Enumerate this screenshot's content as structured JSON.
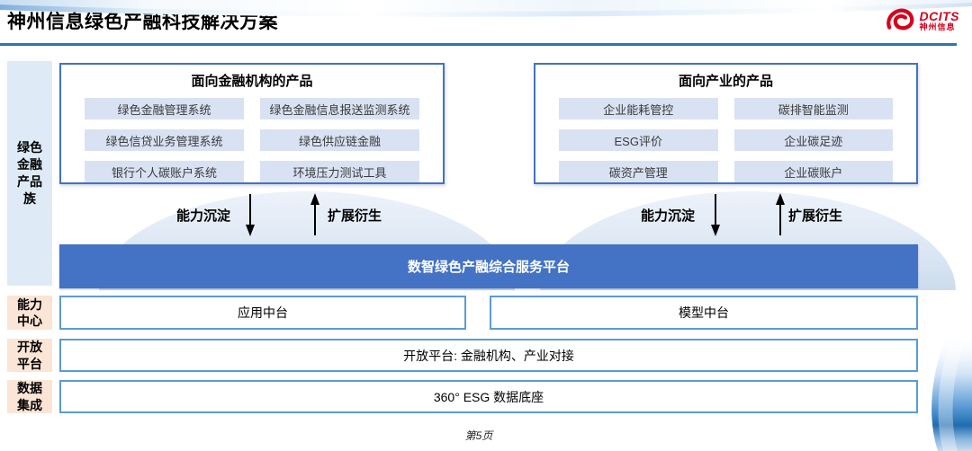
{
  "header": {
    "title": "神州信息绿色产融科技解决方案",
    "logo": {
      "brand": "DCITS",
      "brand_cn": "神州信息"
    }
  },
  "sidebar": {
    "family": "绿色\n金融\n产品\n族"
  },
  "products_finance": {
    "title": "面向金融机构的产品",
    "items": [
      "绿色金融管理系统",
      "绿色金融信息报送监测系统",
      "绿色信贷业务管理系统",
      "绿色供应链金融",
      "银行个人碳账户系统",
      "环境压力测试工具"
    ]
  },
  "products_industry": {
    "title": "面向产业的产品",
    "items": [
      "企业能耗管控",
      "碳排智能监测",
      "ESG评价",
      "企业碳足迹",
      "碳资产管理",
      "企业碳账户"
    ]
  },
  "arrows": {
    "down_label": "能力沉淀",
    "up_label": "扩展衍生"
  },
  "platform_banner": "数智绿色产融综合服务平台",
  "rows": [
    {
      "label": "能力\n中心",
      "boxes": [
        "应用中台",
        "模型中台"
      ]
    },
    {
      "label": "开放\n平台",
      "boxes": [
        "开放平台: 金融机构、产业对接"
      ]
    },
    {
      "label": "数据\n集成",
      "boxes": [
        "360° ESG 数据底座"
      ]
    }
  ],
  "footer": {
    "page": "第5页"
  },
  "colors": {
    "accent_blue": "#4472C4",
    "item_fill_blue": "#D9E2F3",
    "strip_blue": "#DEEBF7",
    "label_peach": "#FBE5D6",
    "rule_blue": "#2E74B5",
    "row_border_blue": "#5B9BD5",
    "logo_red": "#D6001C"
  }
}
